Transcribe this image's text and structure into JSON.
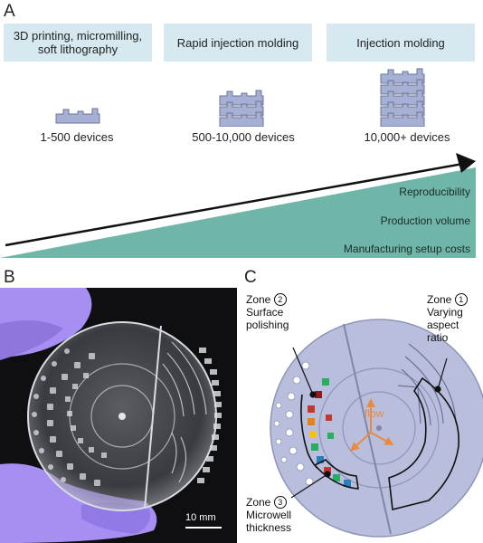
{
  "panel_a": {
    "letter": "A",
    "methods": [
      {
        "line1": "3D printing, micromilling,",
        "line2": "soft lithography"
      },
      {
        "line1": "Rapid injection molding",
        "line2": ""
      },
      {
        "line1": "Injection molding",
        "line2": ""
      }
    ],
    "counts": [
      "1-500 devices",
      "500-10,000 devices",
      "10,000+ devices"
    ],
    "metrics": [
      "Reproducibility",
      "Production volume",
      "Manufacturing setup costs"
    ]
  },
  "panel_b": {
    "letter": "B",
    "scale_bar": "10 mm"
  },
  "panel_c": {
    "letter": "C",
    "zone2": {
      "word": "Zone",
      "num": "2",
      "lines": [
        "Surface",
        "polishing"
      ]
    },
    "zone1": {
      "word": "Zone",
      "num": "1",
      "lines": [
        "Varying",
        "aspect",
        "ratio"
      ]
    },
    "zone3": {
      "word": "Zone",
      "num": "3",
      "lines": [
        "Microwell",
        "thickness"
      ]
    },
    "flow_label": "flow"
  },
  "colors": {
    "method_box": "#d6e9f0",
    "wedge": "#6fb6a8",
    "device": "#a6b0d4",
    "disc": "#b8bedc",
    "flow": "#e98a3c",
    "glove": "#a68ef2"
  }
}
